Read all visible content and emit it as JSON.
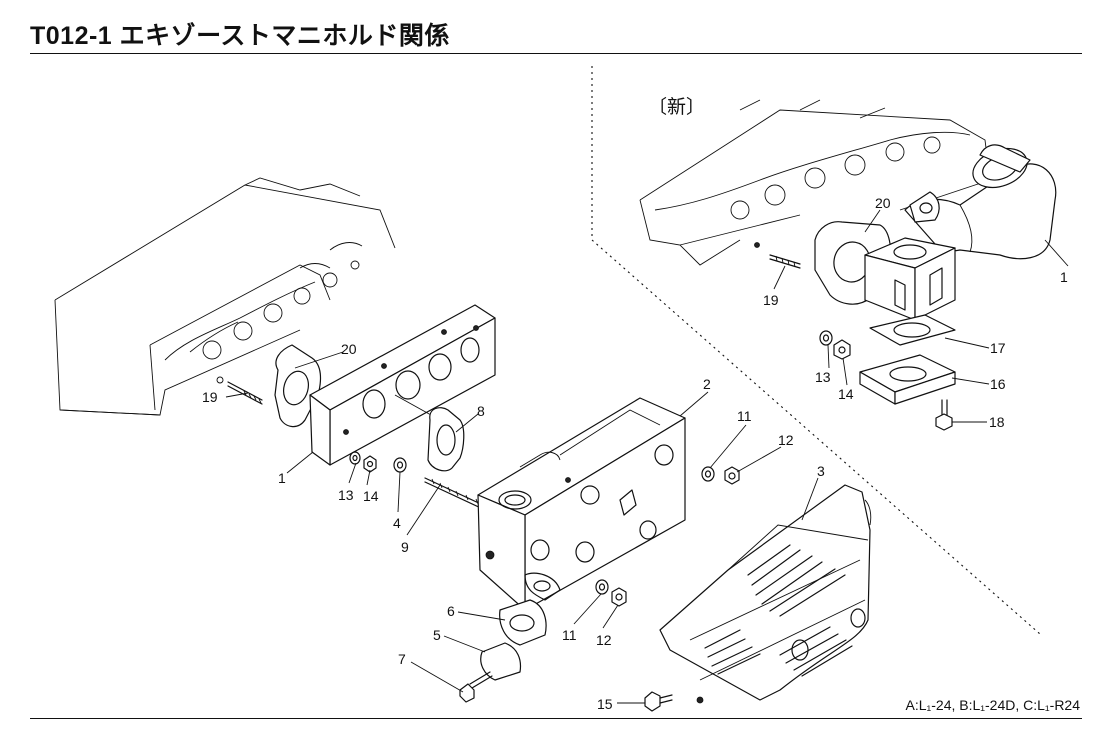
{
  "header": {
    "title": "T012-1 エキゾーストマニホルド関係"
  },
  "footer": {
    "models": "A:L₁-24, B:L₁-24D, C:L₁-R24"
  },
  "inset": {
    "label": "〔新〕"
  },
  "callouts": {
    "c1": "1",
    "c2": "2",
    "c3": "3",
    "c4": "4",
    "c5": "5",
    "c6": "6",
    "c7": "7",
    "c8": "8",
    "c9": "9",
    "c11a": "11",
    "c11b": "11",
    "c12a": "12",
    "c12b": "12",
    "c13": "13",
    "c14": "14",
    "c15": "15",
    "c19": "19",
    "c20": "20",
    "n1": "1",
    "n13": "13",
    "n14": "14",
    "n16": "16",
    "n17": "17",
    "n18": "18",
    "n19": "19",
    "n20": "20"
  }
}
